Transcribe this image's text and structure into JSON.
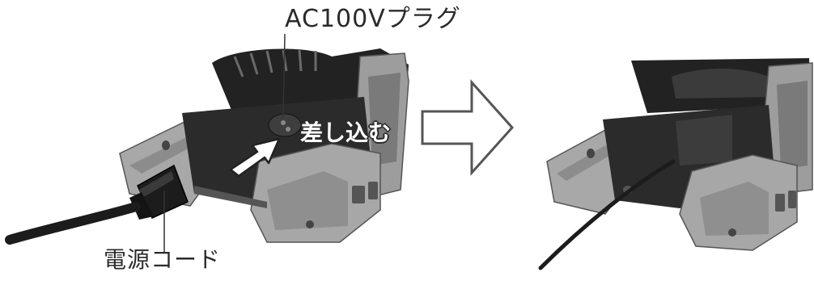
{
  "labels": {
    "plug": "AC100Vプラグ",
    "insert": "差し込む",
    "cord": "電源コード"
  },
  "illustration": {
    "left_panel": "device-with-cord-before-insert",
    "arrow": "right-outline-arrow",
    "right_panel": "device-with-cord-inserted"
  },
  "colors": {
    "device_light": "#a5a5a5",
    "device_mid": "#8a8a8a",
    "device_dark": "#3a3a3a",
    "device_black": "#1c1c1c",
    "line": "#333333",
    "arrow_stroke": "#555555"
  }
}
